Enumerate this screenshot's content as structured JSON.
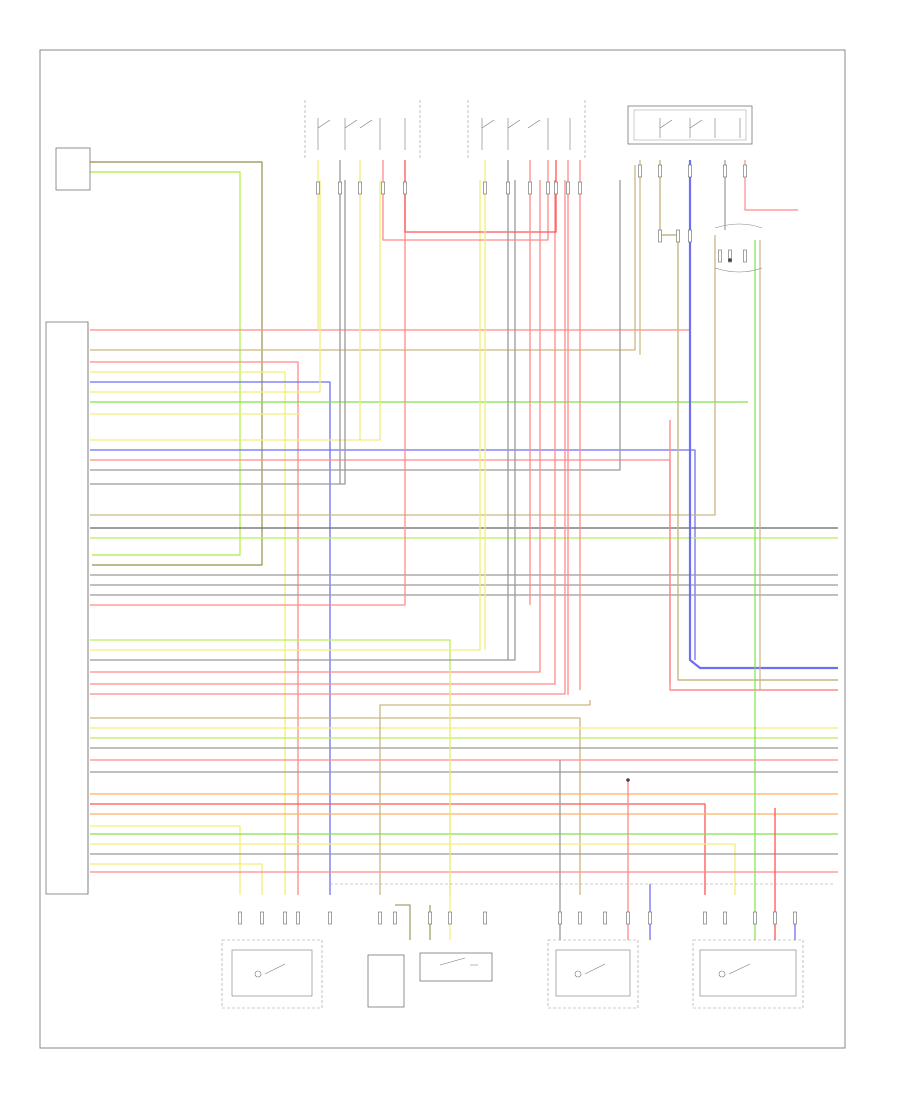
{
  "page": {
    "border_color": "#888888",
    "corner_label": "",
    "comp_text_color": "#555555"
  },
  "colors": {
    "red": "#ff8a8a",
    "red_dark": "#ff5555",
    "yellow": "#f2ee7a",
    "green": "#b9ef5c",
    "green_bright": "#7fe24a",
    "blue": "#6f6ff2",
    "tan": "#c9b782",
    "olive": "#a6a06a",
    "orange": "#ffb066",
    "gray": "#9a9a9a",
    "dark": "#666666",
    "light_blue": "#8fd8f0"
  },
  "components": [
    {
      "id": "top-switch-1",
      "title": ""
    },
    {
      "id": "top-switch-2",
      "title": ""
    },
    {
      "id": "top-switch-3",
      "title": ""
    },
    {
      "id": "module-left-top",
      "title": ""
    },
    {
      "id": "splice",
      "title": ""
    },
    {
      "id": "main-module",
      "title": ""
    },
    {
      "id": "bottom-motor-1",
      "title": ""
    },
    {
      "id": "bottom-sensor-2",
      "title": ""
    },
    {
      "id": "bottom-switch-3",
      "title": ""
    },
    {
      "id": "bottom-motor-4",
      "title": ""
    },
    {
      "id": "bottom-motor-5",
      "title": ""
    }
  ]
}
